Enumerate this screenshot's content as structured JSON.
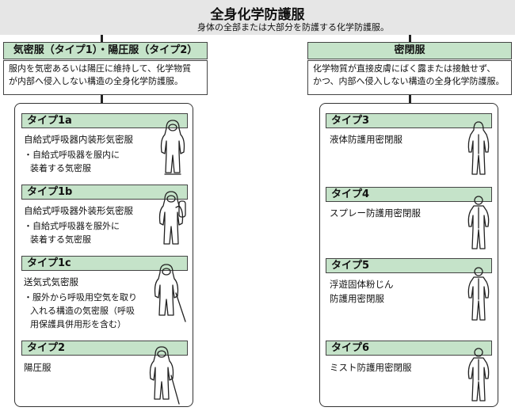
{
  "header": {
    "title": "全身化学防護服",
    "subtitle": "身体の全部または大部分を防護する化学防護服。"
  },
  "left": {
    "heading": "気密服（タイプ1）・陽圧服（タイプ2）",
    "desc_line1": "服内を気密あるいは陽圧に維持して、化学物質",
    "desc_line2": "が内部へ侵入しない構造の全身化学防護服。",
    "types": [
      {
        "label": "タイプ1a",
        "name": "自給式呼吸器内装形気密服",
        "note1": "・自給式呼吸器を服内に",
        "note2": "装着する気密服",
        "icon": "suit-backpack-inside-icon"
      },
      {
        "label": "タイプ1b",
        "name": "自給式呼吸器外装形気密服",
        "note1": "・自給式呼吸器を服外に",
        "note2": "装着する気密服",
        "icon": "suit-backpack-outside-icon"
      },
      {
        "label": "タイプ1c",
        "name": "送気式気密服",
        "note1": "・服外から呼吸用空気を取り",
        "note2": "入れる構造の気密服（呼吸",
        "note3": "用保護具併用形を含む）",
        "icon": "suit-airline-icon"
      },
      {
        "label": "タイプ2",
        "name": "陽圧服",
        "icon": "suit-positive-pressure-icon"
      }
    ]
  },
  "right": {
    "heading": "密閉服",
    "desc_line1": "化学物質が直接皮膚にばく露または接触せず、",
    "desc_line2": "かつ、内部へ侵入しない構造の全身化学防護服。",
    "types": [
      {
        "label": "タイプ3",
        "name": "液体防護用密閉服",
        "icon": "coverall-hood-icon"
      },
      {
        "label": "タイプ4",
        "name": "スプレー防護用密閉服",
        "icon": "coverall-icon"
      },
      {
        "label": "タイプ5",
        "name": "浮遊固体粉じん",
        "name2": "防護用密閉服",
        "icon": "coverall-icon"
      },
      {
        "label": "タイプ6",
        "name": "ミスト防護用密閉服",
        "icon": "coverall-icon"
      }
    ]
  }
}
